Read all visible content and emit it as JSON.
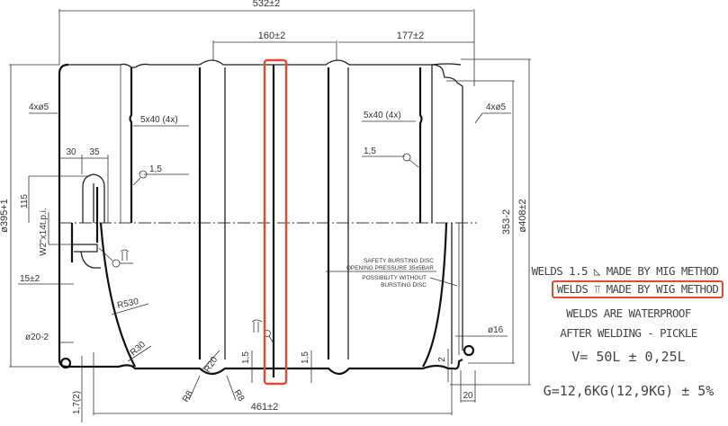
{
  "drawing": {
    "dimensions": {
      "overall_length": "532±2",
      "center_span": "160±2",
      "right_span": "177±2",
      "bottom_length": "461±2",
      "left_diameter": "ø395+1",
      "right_diameter": "ø408±2",
      "right_height": "353-2",
      "fitting_offset_a": "30",
      "fitting_offset_b": "35",
      "fitting_height": "115",
      "thread": "W2\"x14t.p.i.",
      "fitting_depth": "15±2",
      "left_rim_diameter": "ø20-2",
      "right_rim_diameter": "ø16",
      "bottom_thickness": "1,7(2)",
      "right_flange": "20",
      "right_gap": "2",
      "bead_depth_left": "1,5",
      "bead_depth_right": "1,5"
    },
    "callouts": {
      "holes_left": "4xø5",
      "holes_right": "4xø5",
      "slots_left": "5x40 (4x)",
      "slots_right": "5x40 (4x)",
      "weld_left": "1,5",
      "weld_right": "1,5",
      "radius_large": "R530",
      "radius_corner": "R30",
      "radius_bead": "R20",
      "radius_bead_left": "R8",
      "radius_bead_right": "R8"
    },
    "bursting_disc": {
      "line1": "SAFETY BURSTING DISC",
      "line2": "OPENING PRESSURE 35±5BAR",
      "line3": "POSSIBILITY WITHOUT",
      "line4": "BURSTING DISC"
    },
    "highlight_color": "#e8482c"
  },
  "notes": {
    "weld_mig": "WELDS 1.5 ◺ MADE BY MIG METHOD",
    "weld_wig": "WELDS ⫪ MADE BY WIG METHOD",
    "waterproof": "WELDS ARE WATERPROOF",
    "pickle": "AFTER WELDING - PICKLE",
    "volume": "V=  50L  ±  0,25L",
    "mass": "G=12,6KG(12,9KG)  ±  5%"
  }
}
